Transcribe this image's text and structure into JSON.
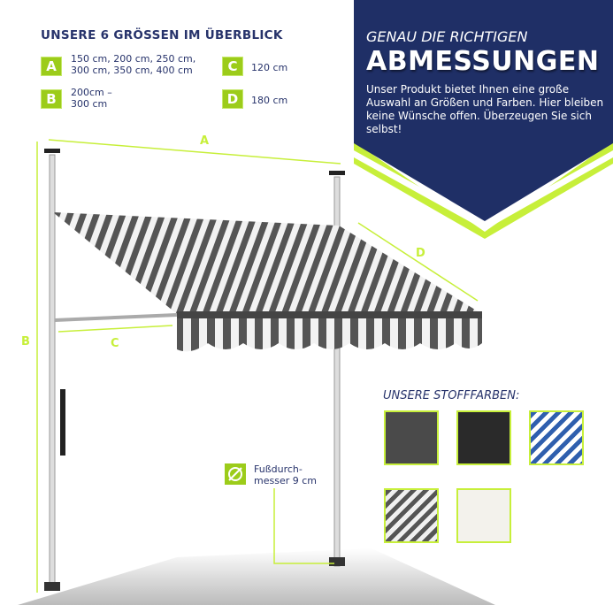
{
  "sizes": {
    "title": "UNSERE 6 GRÖSSEN IM ÜBERBLICK",
    "items": [
      {
        "letter": "A",
        "l1": "150 cm, 200 cm, 250 cm,",
        "l2": "300 cm, 350 cm, 400 cm"
      },
      {
        "letter": "B",
        "l1": "200cm –",
        "l2": "300 cm"
      },
      {
        "letter": "C",
        "l1": "120 cm"
      },
      {
        "letter": "D",
        "l1": "180 cm"
      }
    ]
  },
  "banner": {
    "subtitle": "GENAU DIE RICHTIGEN",
    "title": "ABMESSUNGEN",
    "text": "Unser Produkt bietet Ihnen eine große Auswahl an Größen und Farben. Hier bleiben keine Wünsche offen. Überzeugen Sie sich selbst!",
    "navy": "#1f2f66",
    "green": "#c7ef3a"
  },
  "diagram": {
    "labels": [
      "A",
      "B",
      "C",
      "D"
    ],
    "foot_line1": "Fußdurch-",
    "foot_line2": "messer 9 cm",
    "foot_icon": "diameter-icon"
  },
  "colors": {
    "title": "UNSERE STOFFFARBEN:",
    "swatches": [
      "anthracite",
      "black",
      "blue-white-stripes",
      "grey-white-stripes",
      "cream"
    ]
  }
}
